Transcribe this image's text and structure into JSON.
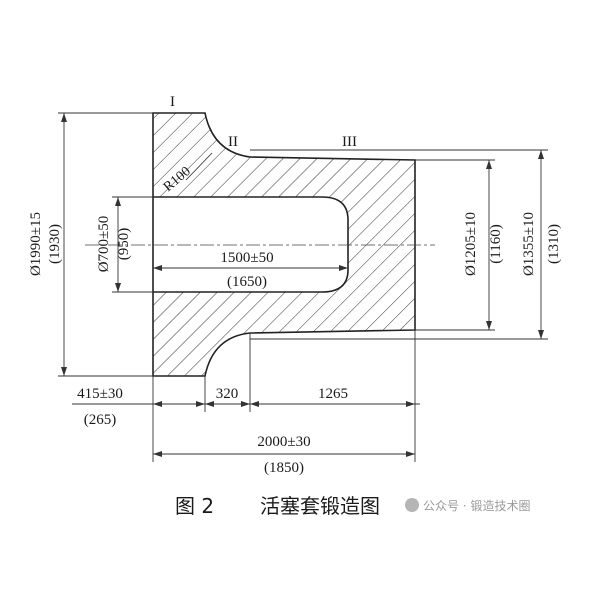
{
  "drawing": {
    "sections": {
      "s1": "I",
      "s2": "II",
      "s3": "III"
    },
    "radius": "R100",
    "dims": {
      "outer_dia": "Ø1990±15",
      "outer_dia_ref": "(1930)",
      "bore_dia": "Ø700±50",
      "bore_dia_ref": "(950)",
      "bore_depth": "1500±50",
      "bore_depth_ref": "(1650)",
      "body_dia_1": "Ø1205±10",
      "body_dia_1_ref": "(1160)",
      "body_dia_2": "Ø1355±10",
      "body_dia_2_ref": "(1310)",
      "flange_len": "415±30",
      "flange_len_ref": "(265)",
      "step_len": "320",
      "body_len": "1265",
      "total_len": "2000±30",
      "total_len_ref": "(1850)"
    }
  },
  "caption": {
    "number": "图 2",
    "title": "活塞套锻造图"
  },
  "watermark": "公众号 · 锻造技术圈"
}
